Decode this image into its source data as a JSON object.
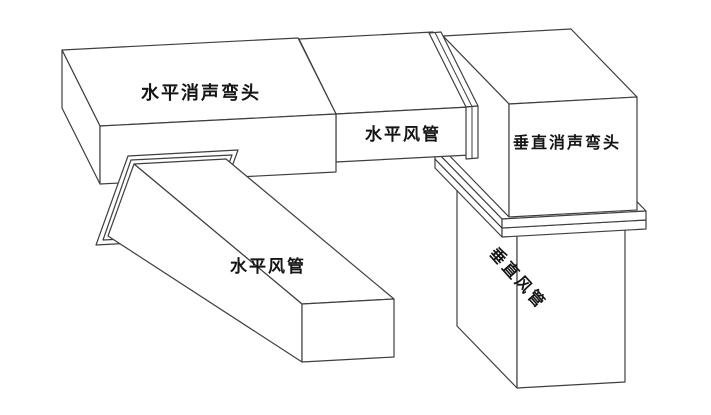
{
  "diagram": {
    "background": "#ffffff",
    "line_color": "#3f3f3f",
    "text_color": "#151515",
    "components": {
      "horizontal_elbow": {
        "label": "水平消声弯头"
      },
      "bottom_horizontal_duct": {
        "label": "水平风管"
      },
      "middle_horizontal_duct": {
        "label": "水平风管"
      },
      "vertical_elbow": {
        "label": "垂直消声弯头"
      },
      "vertical_duct": {
        "label": "垂直风管"
      }
    }
  }
}
